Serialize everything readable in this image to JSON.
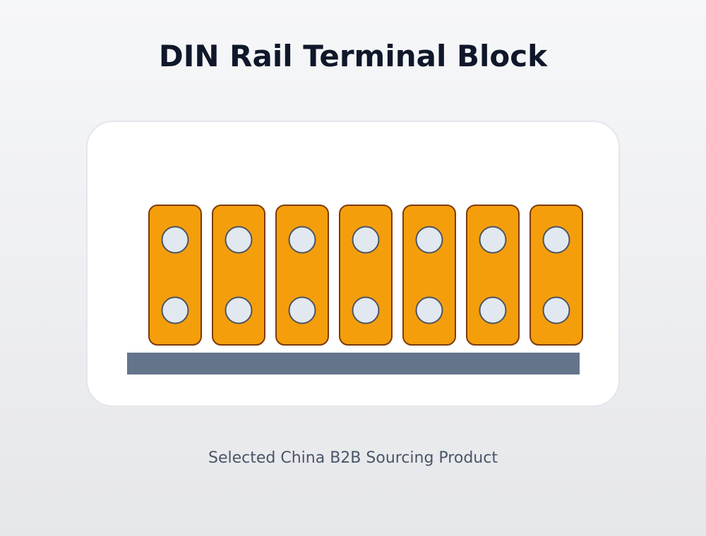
{
  "title": "DIN Rail Terminal Block",
  "caption": "Selected China B2B Sourcing Product",
  "illustration": {
    "terminal_count": 7,
    "screws_per_terminal": 2,
    "colors": {
      "terminal_fill": "#f59e0b",
      "terminal_stroke": "#7c3a0a",
      "screw_fill": "#e2e8f0",
      "screw_stroke": "#4b5563",
      "rail_fill": "#64748b"
    },
    "icons": {
      "terminal": "terminal-module-icon",
      "screw": "screw-terminal-icon",
      "rail": "din-rail-icon"
    }
  }
}
